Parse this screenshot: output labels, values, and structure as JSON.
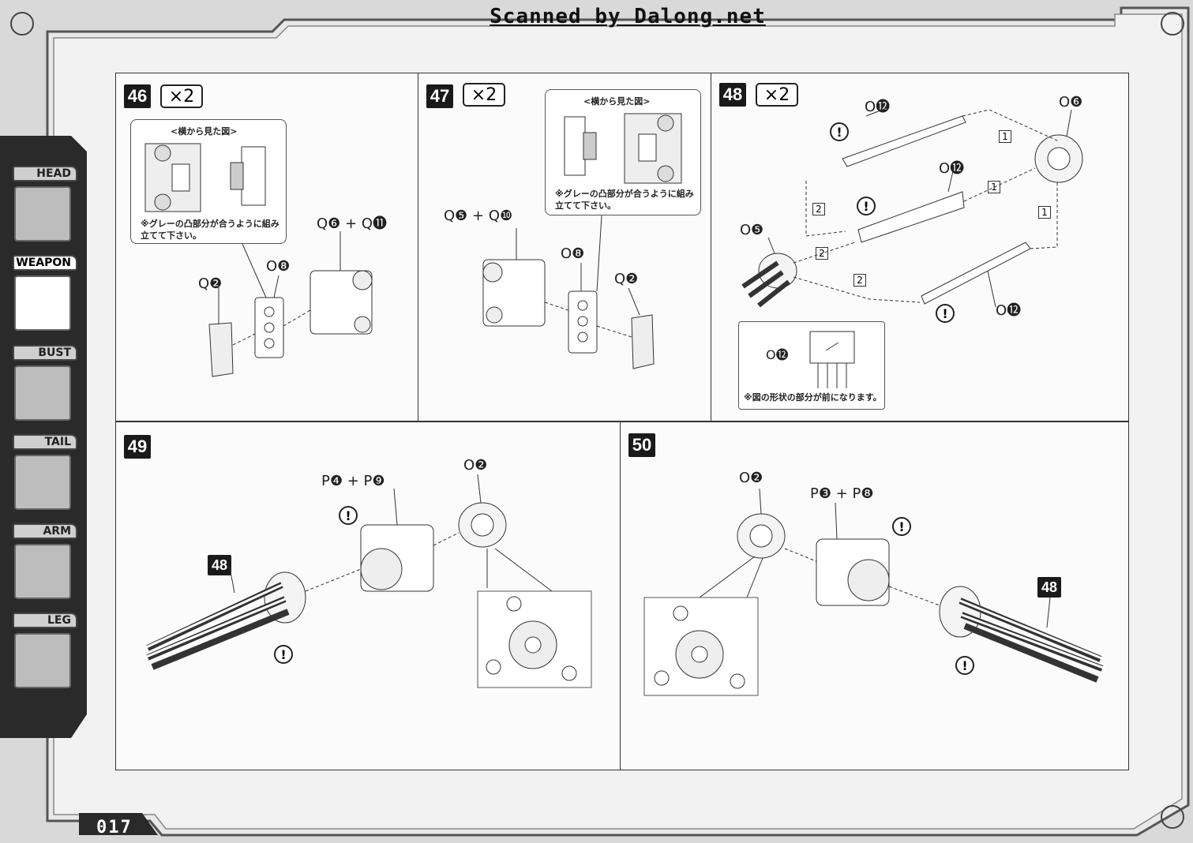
{
  "header": {
    "scan_credit": "Scanned by Dalong.net"
  },
  "page_number": "017",
  "sidebar": {
    "tabs": [
      {
        "label": "HEAD",
        "icon": "head-part-icon"
      },
      {
        "label": "WEAPON",
        "icon": "weapon-part-icon",
        "active": true
      },
      {
        "label": "BUST",
        "icon": "bust-part-icon"
      },
      {
        "label": "TAIL",
        "icon": "tail-part-icon"
      },
      {
        "label": "ARM",
        "icon": "arm-part-icon"
      },
      {
        "label": "LEG",
        "icon": "leg-part-icon"
      }
    ]
  },
  "steps": {
    "s46": {
      "number": "46",
      "qty": "×2",
      "callout_title": "<横から見た図>",
      "callout_note": "※グレーの凸部分が合うように組み立てて下さい。",
      "part_a": "Q❷",
      "part_b": "O❽",
      "part_c": "Q❻ + Q⓫"
    },
    "s47": {
      "number": "47",
      "qty": "×2",
      "callout_title": "<横から見た図>",
      "callout_note": "※グレーの凸部分が合うように組み立てて下さい。",
      "part_a": "Q❺ + Q❿",
      "part_b": "O❽",
      "part_c": "Q❷"
    },
    "s48": {
      "number": "48",
      "qty": "×2",
      "part_top": "O⓬",
      "part_mid": "O⓬",
      "part_bot": "O⓬",
      "part_hub": "O❻",
      "part_base": "O❺",
      "seq_1": "1",
      "seq_2": "2",
      "detail_part": "O⓬",
      "detail_note": "※図の形状の部分が前になります。"
    },
    "s49": {
      "number": "49",
      "part_housing": "P❹ + P❾",
      "part_ring": "O❷",
      "ref_step": "48"
    },
    "s50": {
      "number": "50",
      "part_housing": "P❸ + P❽",
      "part_ring": "O❷",
      "ref_step": "48"
    }
  },
  "warning_symbol": "!"
}
